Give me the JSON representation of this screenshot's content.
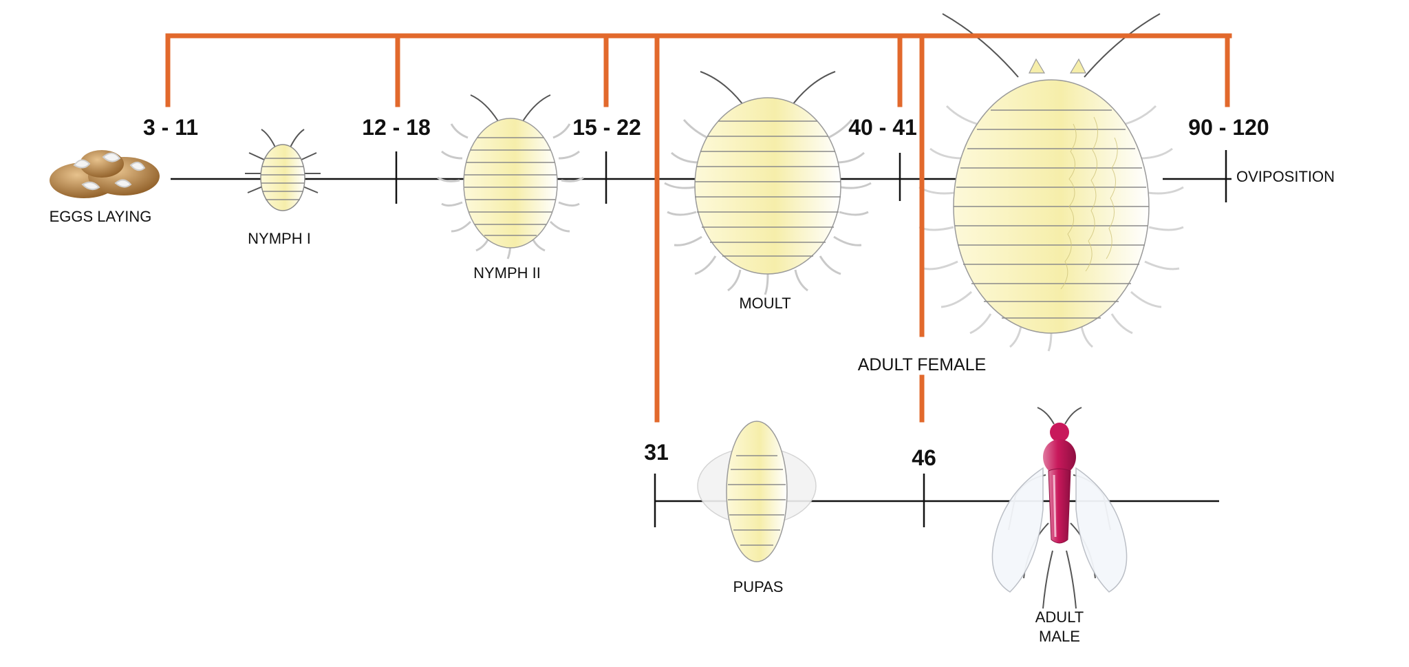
{
  "colors": {
    "bracket": "#e2692c",
    "axis": "#111111",
    "body_fill": "#fbf6cf",
    "body_shade": "#f3ea9b",
    "segment_line": "#6d6d6d",
    "male_body": "#c8185b",
    "egg": "#b7864a"
  },
  "days": {
    "d1": "3 - 11",
    "d2": "12 - 18",
    "d3": "15 - 22",
    "d4": "40 - 41",
    "d5": "90 - 120",
    "d6": "31",
    "d7": "46"
  },
  "stages": {
    "eggs": "EGGS LAYING",
    "nymph1": "NYMPH I",
    "nymph2": "NYMPH II",
    "moult": "MOULT",
    "adult_female": "ADULT  FEMALE",
    "oviposition": "OVIPOSITION",
    "pupas": "PUPAS",
    "adult_male_1": "ADULT",
    "adult_male_2": "MALE"
  },
  "icons": {
    "eggs": "egg-cluster-icon",
    "nymph1": "mealybug-nymph-i-icon",
    "nymph2": "mealybug-nymph-ii-icon",
    "moult": "mealybug-moult-icon",
    "female": "mealybug-adult-female-icon",
    "pupa": "mealybug-pupa-icon",
    "male": "mealybug-adult-male-icon"
  }
}
